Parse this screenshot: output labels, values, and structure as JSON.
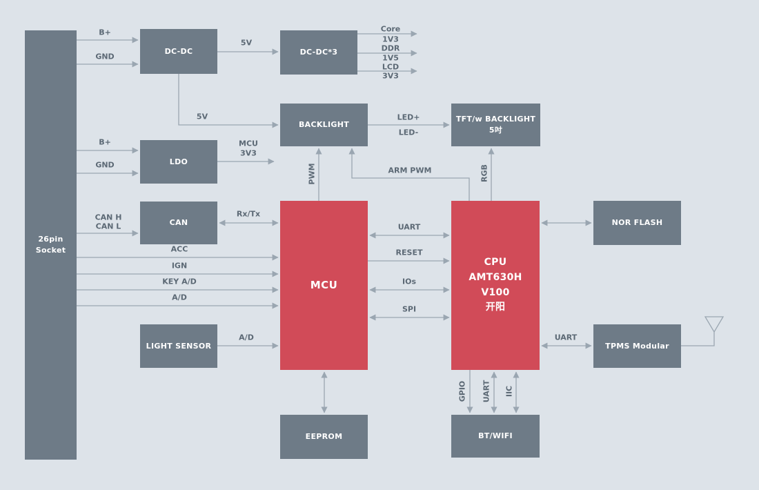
{
  "colors": {
    "background": "#dde3e9",
    "box_gray": "#6e7b87",
    "box_red": "#d14b58",
    "wire": "#9aa6b1",
    "wire_label": "#5c6975"
  },
  "boxes": {
    "socket": {
      "line1": "26pin",
      "line2": "Socket"
    },
    "dcdc": {
      "label": "DC-DC"
    },
    "dcdc3": {
      "label": "DC-DC*3"
    },
    "backlight": {
      "label": "BACKLIGHT"
    },
    "tft": {
      "line1": "TFT/w BACKLIGHT",
      "line2": "5吋"
    },
    "ldo": {
      "label": "LDO"
    },
    "can": {
      "label": "CAN"
    },
    "mcu": {
      "label": "MCU"
    },
    "cpu": {
      "line1": "CPU",
      "line2": "AMT630H",
      "line3": "V100",
      "line4": "开阳"
    },
    "nor_flash": {
      "label": "NOR FLASH"
    },
    "tpms": {
      "label": "TPMS Modular"
    },
    "light_sensor": {
      "label": "LIGHT SENSOR"
    },
    "eeprom": {
      "label": "EEPROM"
    },
    "bt_wifi": {
      "label": "BT/WIFI"
    }
  },
  "wire_labels": {
    "b_plus_dcdc": "B+",
    "gnd_dcdc": "GND",
    "v5_dcdc": "5V",
    "core": "Core",
    "core_rail": "1V3",
    "ddr": "DDR",
    "ddr_rail": "1V5",
    "lcd": "LCD",
    "lcd_rail": "3V3",
    "v5_backlight": "5V",
    "led_plus": "LED+",
    "led_minus": "LED-",
    "b_plus_ldo": "B+",
    "gnd_ldo": "GND",
    "mcu_rail_1": "MCU",
    "mcu_rail_2": "3V3",
    "can_h": "CAN H",
    "can_l": "CAN L",
    "rx_tx": "Rx/Tx",
    "acc": "ACC",
    "ign": "IGN",
    "key_ad": "KEY A/D",
    "ad": "A/D",
    "light_ad": "A/D",
    "pwm": "PWM",
    "arm_pwm": "ARM PWM",
    "rgb": "RGB",
    "uart_mcu_cpu": "UART",
    "reset": "RESET",
    "ios": "IOs",
    "spi": "SPI",
    "uart_tpms": "UART",
    "gpio": "GPIO",
    "uart_bt": "UART",
    "iic": "IIC"
  }
}
